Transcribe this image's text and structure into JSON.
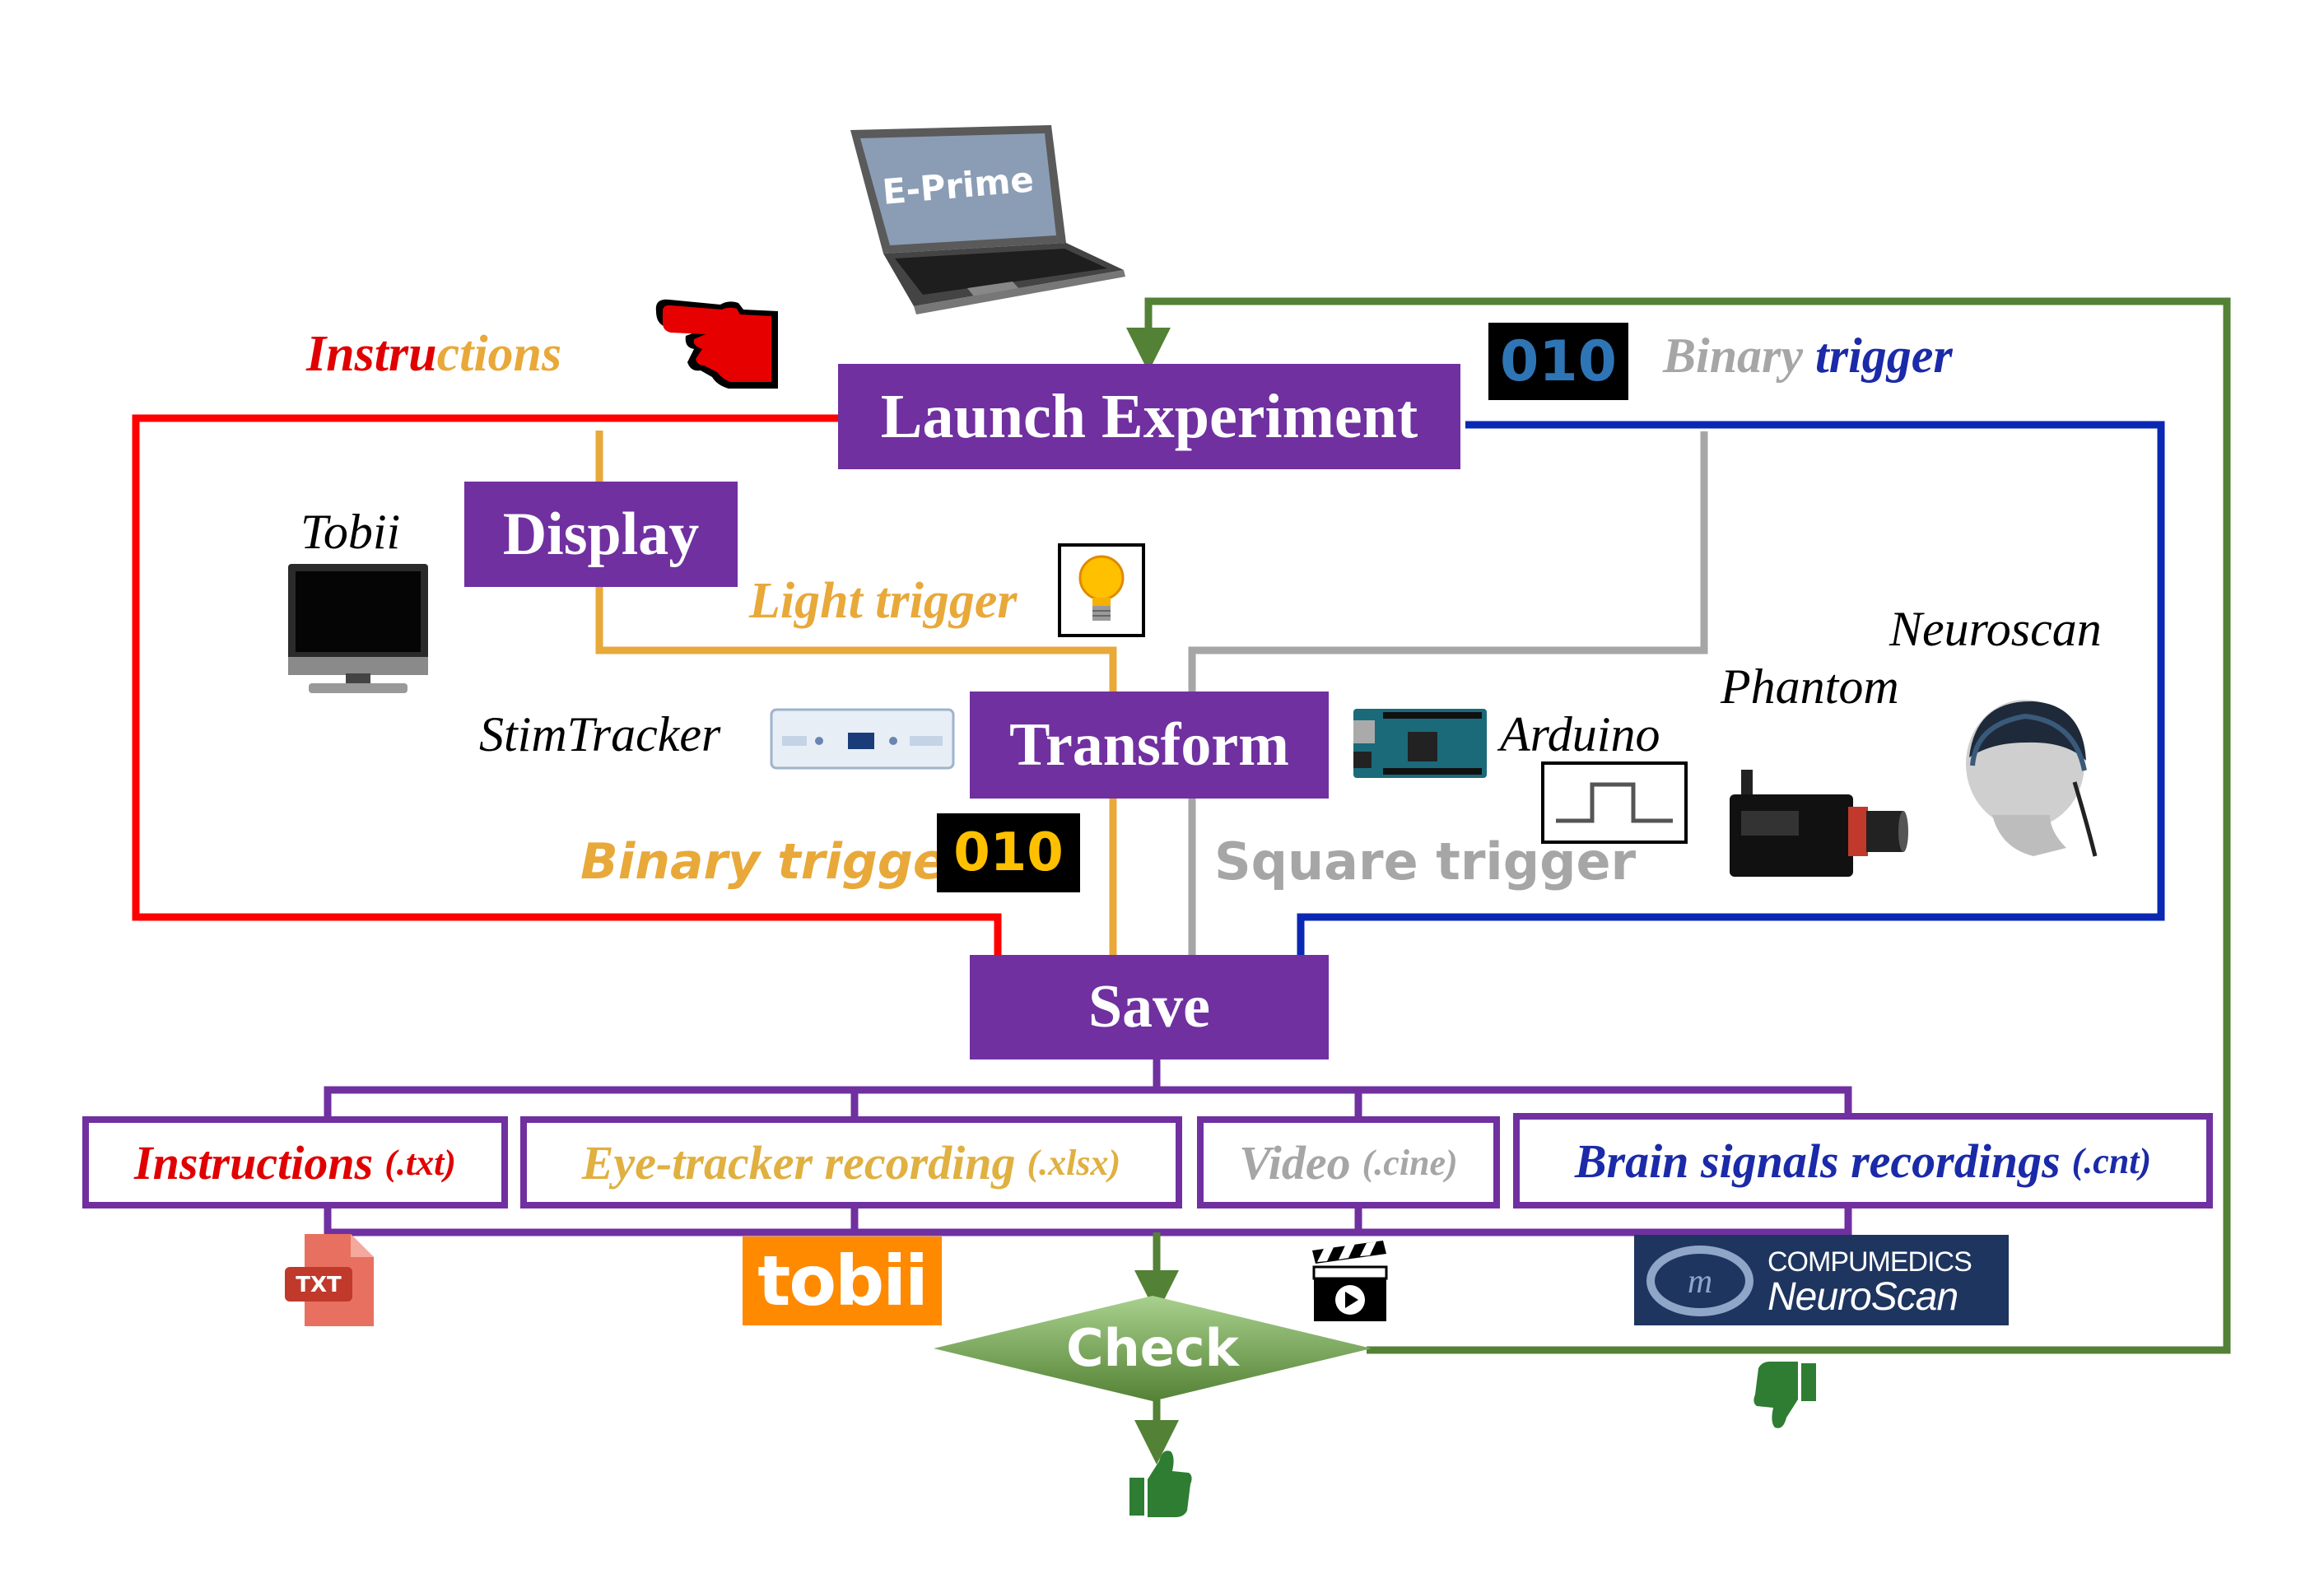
{
  "colors": {
    "purple": "#7030a0",
    "red": "#ff0000",
    "orange": "#e8a93a",
    "gray": "#a6a6a6",
    "blue": "#0a28b4",
    "green": "#538135",
    "yellow_code": "#ffc000",
    "blue_code": "#2e75b6"
  },
  "laptop": {
    "screen_text": "E-Prime"
  },
  "labels": {
    "instructions_red": "Instru",
    "instructions_orange": "ctions",
    "tobii": "Tobii",
    "light_trigger": "Light trigger",
    "stimtracker": "StimTracker",
    "arduino": "Arduino",
    "neuroscan": "Neuroscan",
    "phantom": "Phantom",
    "binary_trigger_left": "Binary trigger",
    "square_trigger": "Square trigger",
    "binary_trigger_gray": "Binary",
    "binary_trigger_blue": "trigger"
  },
  "codes": {
    "top": "010",
    "mid": "010"
  },
  "boxes": {
    "launch": "Launch Experiment",
    "display": "Display",
    "transform": "Transform",
    "save": "Save",
    "check": "Check"
  },
  "outputs": [
    {
      "name": "Instructions",
      "ext": "(.txt)",
      "color": "#e00000"
    },
    {
      "name": "Eye-tracker recording",
      "ext": "(.xlsx)",
      "color": "#e0b040"
    },
    {
      "name": "Video",
      "ext": "(.cine)",
      "color": "#a6a6a6"
    },
    {
      "name": "Brain signals recordings",
      "ext": "(.cnt)",
      "color": "#1a2aa8"
    }
  ],
  "logos": {
    "txt": "TXT",
    "tobii": "tobii",
    "compumedics": "COMPUMEDICS",
    "neuroscan": "NeuroScan"
  }
}
